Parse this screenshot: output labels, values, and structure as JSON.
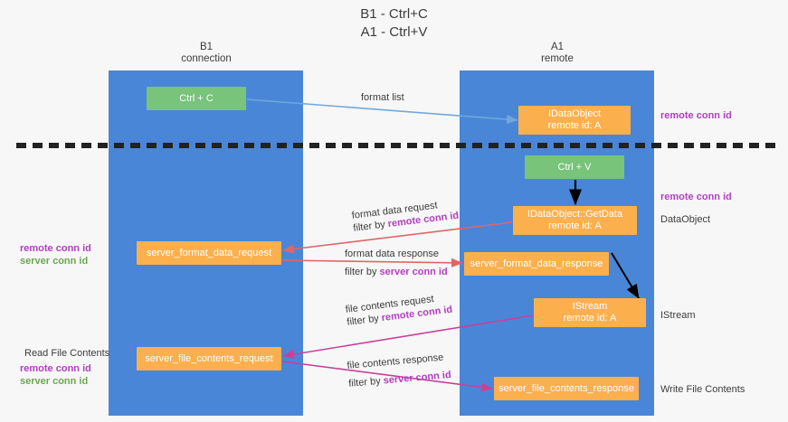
{
  "title": {
    "line1": "B1 - Ctrl+C",
    "line2": "A1 - Ctrl+V"
  },
  "columns": [
    {
      "name": "B1",
      "role": "connection"
    },
    {
      "name": "A1",
      "role": "remote"
    }
  ],
  "colors": {
    "lane": "#4a86d8",
    "green_node": "#77c47a",
    "orange_node": "#fbb04d",
    "purple_text": "#b23fc0",
    "green_text": "#6aa84f",
    "divider": "#222222",
    "arrow_format_list": "#6fa8dc",
    "arrow_format_data": "#e06666",
    "arrow_file_contents": "#c9409a",
    "arrow_black": "#000000"
  },
  "nodes": {
    "ctrl_c": {
      "label": "Ctrl + C"
    },
    "idataobject": {
      "line1": "IDataObject",
      "line2": "remote id: A"
    },
    "ctrl_v": {
      "label": "Ctrl + V"
    },
    "getdata": {
      "line1": "IDataObject::GetData",
      "line2": "remote id: A"
    },
    "server_format_data_request": {
      "label": "server_format_data_request"
    },
    "server_format_data_response": {
      "label": "server_format_data_response"
    },
    "istream": {
      "line1": "IStream",
      "line2": "remote id: A"
    },
    "server_file_contents_request": {
      "label": "server_file_contents_request"
    },
    "server_file_contents_response": {
      "label": "server_file_contents_response"
    }
  },
  "edge_labels": {
    "format_list": "format list",
    "format_data_request": "format data request",
    "format_data_request_filter_prefix": "filter by ",
    "format_data_request_filter_key": "remote conn id",
    "format_data_response": "format data response",
    "format_data_response_filter_prefix": "filter by ",
    "format_data_response_filter_key": "server conn id",
    "file_contents_request": "file contents request",
    "file_contents_request_filter_prefix": "filter by ",
    "file_contents_request_filter_key": "remote conn id",
    "file_contents_response": "file contents response",
    "file_contents_response_filter_prefix": "filter by ",
    "file_contents_response_filter_key": "server conn id"
  },
  "annotations": {
    "right_remote_conn_id_top": "remote conn id",
    "right_remote_conn_id_mid": "remote conn id",
    "dataobject": "DataObject",
    "istream": "IStream",
    "write_file_contents": "Write File Contents",
    "left_remote_conn_id": "remote conn id",
    "left_server_conn_id": "server conn id",
    "read_file_contents": "Read File Contents",
    "left_remote_conn_id_2": "remote conn id",
    "left_server_conn_id_2": "server conn id"
  }
}
